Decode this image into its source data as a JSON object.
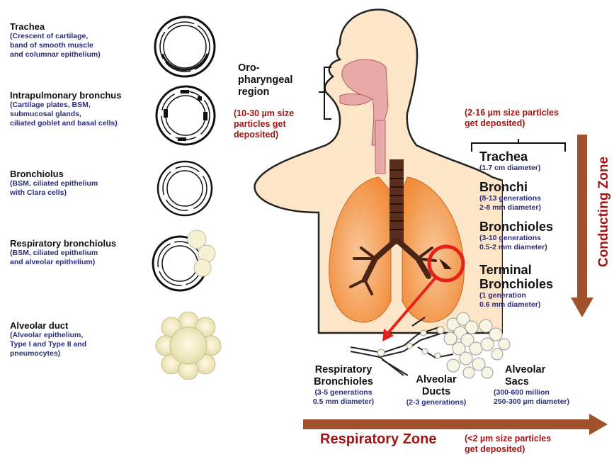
{
  "left_panel": [
    {
      "title": "Trachea",
      "desc": "(Crescent of cartilage,\nband of smooth muscle\nand columnar epithelium)",
      "icon": "trachea-cross-section-icon"
    },
    {
      "title": "Intrapulmonary bronchus",
      "desc": "(Cartilage plates, BSM,\nsubmucosal glands,\nciliated goblet and basal cells)",
      "icon": "bronchus-cross-section-icon"
    },
    {
      "title": "Bronchiolus",
      "desc": "(BSM, ciliated epithelium\nwith Clara cells)",
      "icon": "bronchiolus-cross-section-icon"
    },
    {
      "title": "Respiratory bronchiolus",
      "desc": "(BSM, ciliated epithelium\nand alveolar epithelium)",
      "icon": "respiratory-bronchiolus-cross-section-icon"
    },
    {
      "title": "Alveolar duct",
      "desc": "(Alveolar epithelium,\nType I and Type II and\npneumocytes)",
      "icon": "alveolar-duct-cluster-icon"
    }
  ],
  "oropharyngeal": {
    "label": "Oro-\npharyngeal\nregion",
    "deposit": "(10-30 µm size\nparticles get\ndeposited)"
  },
  "conducting": {
    "deposit": "(2-16 µm size particles\nget deposited)",
    "zone_label": "Conducting Zone",
    "items": [
      {
        "title": "Trachea",
        "desc": "(1.7 cm diameter)"
      },
      {
        "title": "Bronchi",
        "desc": "(8-13 generations\n2-8 mm diameter)"
      },
      {
        "title": "Bronchioles",
        "desc": "(3-10 generations\n0.5-2 mm diameter)"
      },
      {
        "title": "Terminal\nBronchioles",
        "desc": "(1 generation\n0.6 mm diameter)"
      }
    ]
  },
  "respiratory": {
    "zone_label": "Respiratory Zone",
    "deposit": "(<2 µm size particles\nget deposited)",
    "items": [
      {
        "title": "Respiratory\nBronchioles",
        "desc": "(3-5 generations\n0.5 mm diameter)"
      },
      {
        "title": "Alveolar\nDucts",
        "desc": "(2-3 generations)"
      },
      {
        "title": "Alveolar\nSacs",
        "desc": "(300-600 million\n250-300 µm diameter)"
      }
    ]
  },
  "colors": {
    "zone_arrow": "#a0522d",
    "deposit_text": "#a31515",
    "sub_text": "#2b2e7c",
    "skin": "#fde6c8",
    "lung": "#f6a35c",
    "highlight_circle": "#e8201a"
  }
}
